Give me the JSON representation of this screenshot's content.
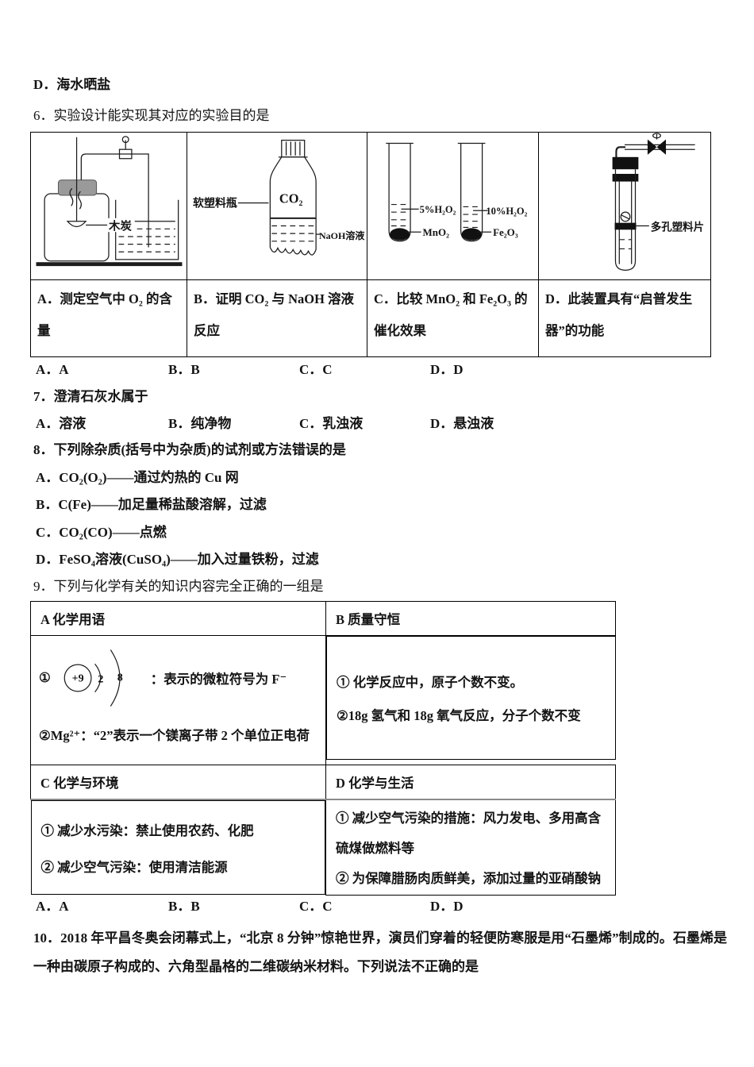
{
  "prev_question": {
    "option_d": "D．海水晒盐"
  },
  "q6": {
    "stem": "6．实验设计能实现其对应的实验目的是",
    "diagrams": {
      "a": {
        "charcoal": "木炭"
      },
      "b": {
        "bottle": "软塑料瓶",
        "gas": "CO₂",
        "solution": "NaOH溶液"
      },
      "c": {
        "t1_liquid": "5%H₂O₂",
        "t1_solid": "MnO₂",
        "t2_liquid": "10%H₂O₂",
        "t2_solid": "Fe₂O₃"
      },
      "d": {
        "plate": "多孔塑料片"
      }
    },
    "options": [
      "A．测定空气中 O₂ 的含量",
      "B．证明 CO₂ 与 NaOH 溶液反应",
      "C．比较 MnO₂ 和 Fe₂O₃ 的催化效果",
      "D．此装置具有“启普发生器”的功能"
    ],
    "answers": [
      "A．A",
      "B．B",
      "C．C",
      "D．D"
    ]
  },
  "q7": {
    "stem": "7．澄清石灰水属于",
    "options": [
      "A．溶液",
      "B．纯净物",
      "C．乳浊液",
      "D．悬浊液"
    ]
  },
  "q8": {
    "stem": "8．下列除杂质(括号中为杂质)的试剂或方法错误的是",
    "options": [
      "A．CO₂(O₂)——通过灼热的 Cu 网",
      "B．C(Fe)——加足量稀盐酸溶解，过滤",
      "C．CO₂(CO)——点燃",
      "D．FeSO₄溶液(CuSO₄)——加入过量铁粉，过滤"
    ]
  },
  "q9": {
    "stem": "9．下列与化学有关的知识内容完全正确的一组是",
    "headers": {
      "a": "A 化学用语",
      "b": "B 质量守恒",
      "c": "C 化学与环境",
      "d": "D 化学与生活"
    },
    "cell_a": {
      "item1_no": "①",
      "nucleus": "+9",
      "shell1": "2",
      "shell2": "8",
      "item1_text": "：表示的微粒符号为 F⁻",
      "item2": "②Mg²⁺：“2”表示一个镁离子带 2 个单位正电荷"
    },
    "cell_b": [
      "① 化学反应中，原子个数不变。",
      "②18g 氢气和 18g 氧气反应，分子个数不变"
    ],
    "cell_c": [
      "① 减少水污染：禁止使用农药、化肥",
      "② 减少空气污染：使用清洁能源"
    ],
    "cell_d": [
      "① 减少空气污染的措施：风力发电、多用高含硫煤做燃料等",
      "② 为保障腊肠肉质鲜美，添加过量的亚硝酸钠"
    ],
    "answers": [
      "A．A",
      "B．B",
      "C．C",
      "D．D"
    ]
  },
  "q10": {
    "stem": "10．2018 年平昌冬奥会闭幕式上，“北京 8 分钟”惊艳世界，演员们穿着的轻便防寒服是用“石墨烯”制成的。石墨烯是一种由碳原子构成的、六角型晶格的二维碳纳米材料。下列说法不正确的是"
  }
}
